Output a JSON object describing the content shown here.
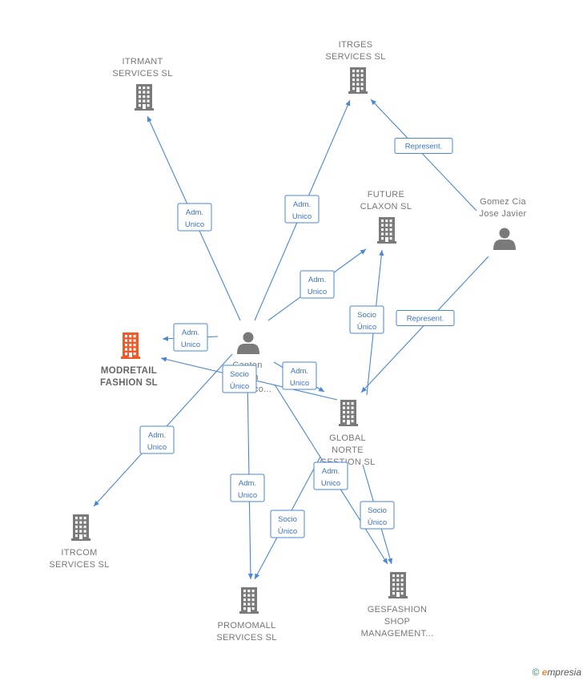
{
  "colors": {
    "edge": "#4a86d4",
    "edge_text": "#3c73c0",
    "node_icon": "#7a7a7a",
    "main_node_icon": "#f05a28",
    "label": "#777777"
  },
  "nodes": [
    {
      "id": "itrmant",
      "type": "company",
      "lines": [
        "ITRMANT",
        "SERVICES  SL"
      ],
      "icon": "building-icon"
    },
    {
      "id": "itrges",
      "type": "company",
      "lines": [
        "ITRGES",
        "SERVICES SL"
      ],
      "icon": "building-icon"
    },
    {
      "id": "future",
      "type": "company",
      "lines": [
        "FUTURE",
        "CLAXON  SL"
      ],
      "icon": "building-icon"
    },
    {
      "id": "gomez",
      "type": "person",
      "lines": [
        "Gomez Cia",
        "Jose Javier"
      ],
      "icon": "person-icon"
    },
    {
      "id": "modretail",
      "type": "company",
      "main": true,
      "lines": [
        "MODRETAIL",
        "FASHION  SL"
      ],
      "icon": "building-icon"
    },
    {
      "id": "center",
      "type": "person",
      "lines": [
        "Canton",
        "Ruan",
        "Francisco..."
      ],
      "icon": "person-icon"
    },
    {
      "id": "global",
      "type": "company",
      "lines": [
        "GLOBAL",
        "NORTE",
        "GESTION  SL"
      ],
      "icon": "building-icon"
    },
    {
      "id": "itrcom",
      "type": "company",
      "lines": [
        "ITRCOM",
        "SERVICES  SL"
      ],
      "icon": "building-icon"
    },
    {
      "id": "promomall",
      "type": "company",
      "lines": [
        "PROMOMALL",
        "SERVICES  SL"
      ],
      "icon": "building-icon"
    },
    {
      "id": "gesfashion",
      "type": "company",
      "lines": [
        "GESFASHION",
        "SHOP",
        "MANAGEMENT..."
      ],
      "icon": "building-icon"
    }
  ],
  "edges": [
    {
      "from": "center",
      "to": "itrmant",
      "lines": [
        "Adm.",
        "Unico"
      ]
    },
    {
      "from": "center",
      "to": "itrges",
      "lines": [
        "Adm.",
        "Unico"
      ]
    },
    {
      "from": "gomez",
      "to": "itrges",
      "lines": [
        "Represent."
      ]
    },
    {
      "from": "center",
      "to": "future",
      "lines": [
        "Adm.",
        "Unico"
      ]
    },
    {
      "from": "global",
      "to": "future",
      "lines": [
        "Socio",
        "Único"
      ]
    },
    {
      "from": "gomez",
      "to": "global",
      "lines": [
        "Represent."
      ]
    },
    {
      "from": "center",
      "to": "modretail",
      "lines": [
        "Adm.",
        "Unico"
      ]
    },
    {
      "from": "global",
      "to": "modretail",
      "lines": [
        "Socio",
        "Único"
      ]
    },
    {
      "from": "center",
      "to": "global",
      "lines": [
        "Adm.",
        "Unico"
      ]
    },
    {
      "from": "center",
      "to": "itrcom",
      "lines": [
        "Adm.",
        "Unico"
      ]
    },
    {
      "from": "center",
      "to": "promomall",
      "lines": [
        "Adm.",
        "Unico"
      ]
    },
    {
      "from": "global",
      "to": "promomall",
      "lines": [
        "Socio",
        "Único"
      ]
    },
    {
      "from": "center",
      "to": "gesfashion",
      "lines": [
        "Adm.",
        "Unico"
      ]
    },
    {
      "from": "global",
      "to": "gesfashion",
      "lines": [
        "Socio",
        "Único"
      ]
    }
  ],
  "brand": {
    "symbol": "©",
    "initial": "e",
    "rest": "mpresia"
  }
}
